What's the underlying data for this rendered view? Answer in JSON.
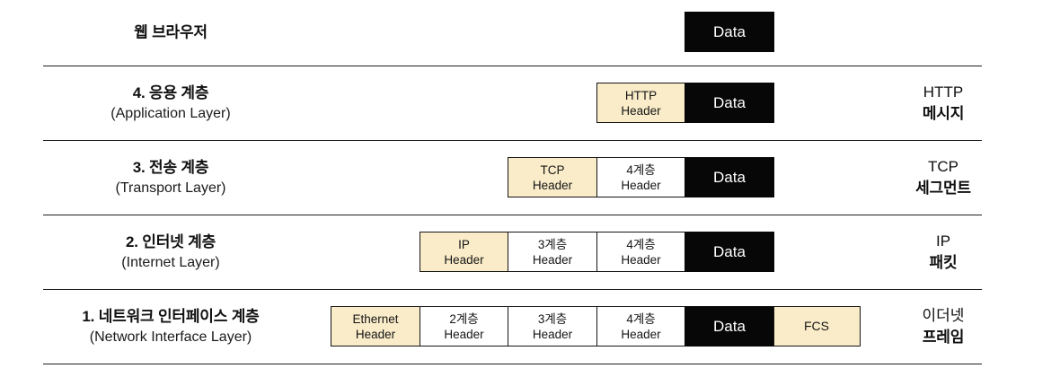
{
  "diagram": {
    "colors": {
      "header_box_fill": "#FAECC9",
      "inherited_header_fill": "#FFFFFF",
      "data_box_fill": "#070707",
      "data_box_text": "#FFFFFF",
      "box_border": "#141414",
      "divider_line": "#1F1F1F",
      "text": "#111111",
      "background": "#FFFFFF"
    },
    "rows": [
      {
        "label_line1": "웹 브라우저",
        "label_line2": "",
        "boxes": [
          {
            "type": "data",
            "line1": "Data",
            "line2": ""
          }
        ],
        "result_line1": "",
        "result_line2": ""
      },
      {
        "label_line1": "4. 응용 계층",
        "label_line2": "(Application Layer)",
        "boxes": [
          {
            "type": "new-header",
            "line1": "HTTP",
            "line2": "Header"
          },
          {
            "type": "data",
            "line1": "Data",
            "line2": ""
          }
        ],
        "result_line1": "HTTP",
        "result_line2": "메시지"
      },
      {
        "label_line1": "3. 전송 계층",
        "label_line2": "(Transport Layer)",
        "boxes": [
          {
            "type": "new-header",
            "line1": "TCP",
            "line2": "Header"
          },
          {
            "type": "old-header",
            "line1": "4계층",
            "line2": "Header"
          },
          {
            "type": "data",
            "line1": "Data",
            "line2": ""
          }
        ],
        "result_line1": "TCP",
        "result_line2": "세그먼트"
      },
      {
        "label_line1": "2. 인터넷 계층",
        "label_line2": "(Internet Layer)",
        "boxes": [
          {
            "type": "new-header",
            "line1": "IP",
            "line2": "Header"
          },
          {
            "type": "old-header",
            "line1": "3계층",
            "line2": "Header"
          },
          {
            "type": "old-header",
            "line1": "4계층",
            "line2": "Header"
          },
          {
            "type": "data",
            "line1": "Data",
            "line2": ""
          }
        ],
        "result_line1": "IP",
        "result_line2": "패킷"
      },
      {
        "label_line1": "1. 네트워크 인터페이스 계층",
        "label_line2": "(Network Interface Layer)",
        "boxes": [
          {
            "type": "new-header",
            "line1": "Ethernet",
            "line2": "Header"
          },
          {
            "type": "old-header",
            "line1": "2계층",
            "line2": "Header"
          },
          {
            "type": "old-header",
            "line1": "3계층",
            "line2": "Header"
          },
          {
            "type": "old-header",
            "line1": "4계층",
            "line2": "Header"
          },
          {
            "type": "data",
            "line1": "Data",
            "line2": ""
          },
          {
            "type": "fcs",
            "line1": "FCS",
            "line2": ""
          }
        ],
        "result_line1": "이더넷",
        "result_line2": "프레임"
      }
    ]
  }
}
